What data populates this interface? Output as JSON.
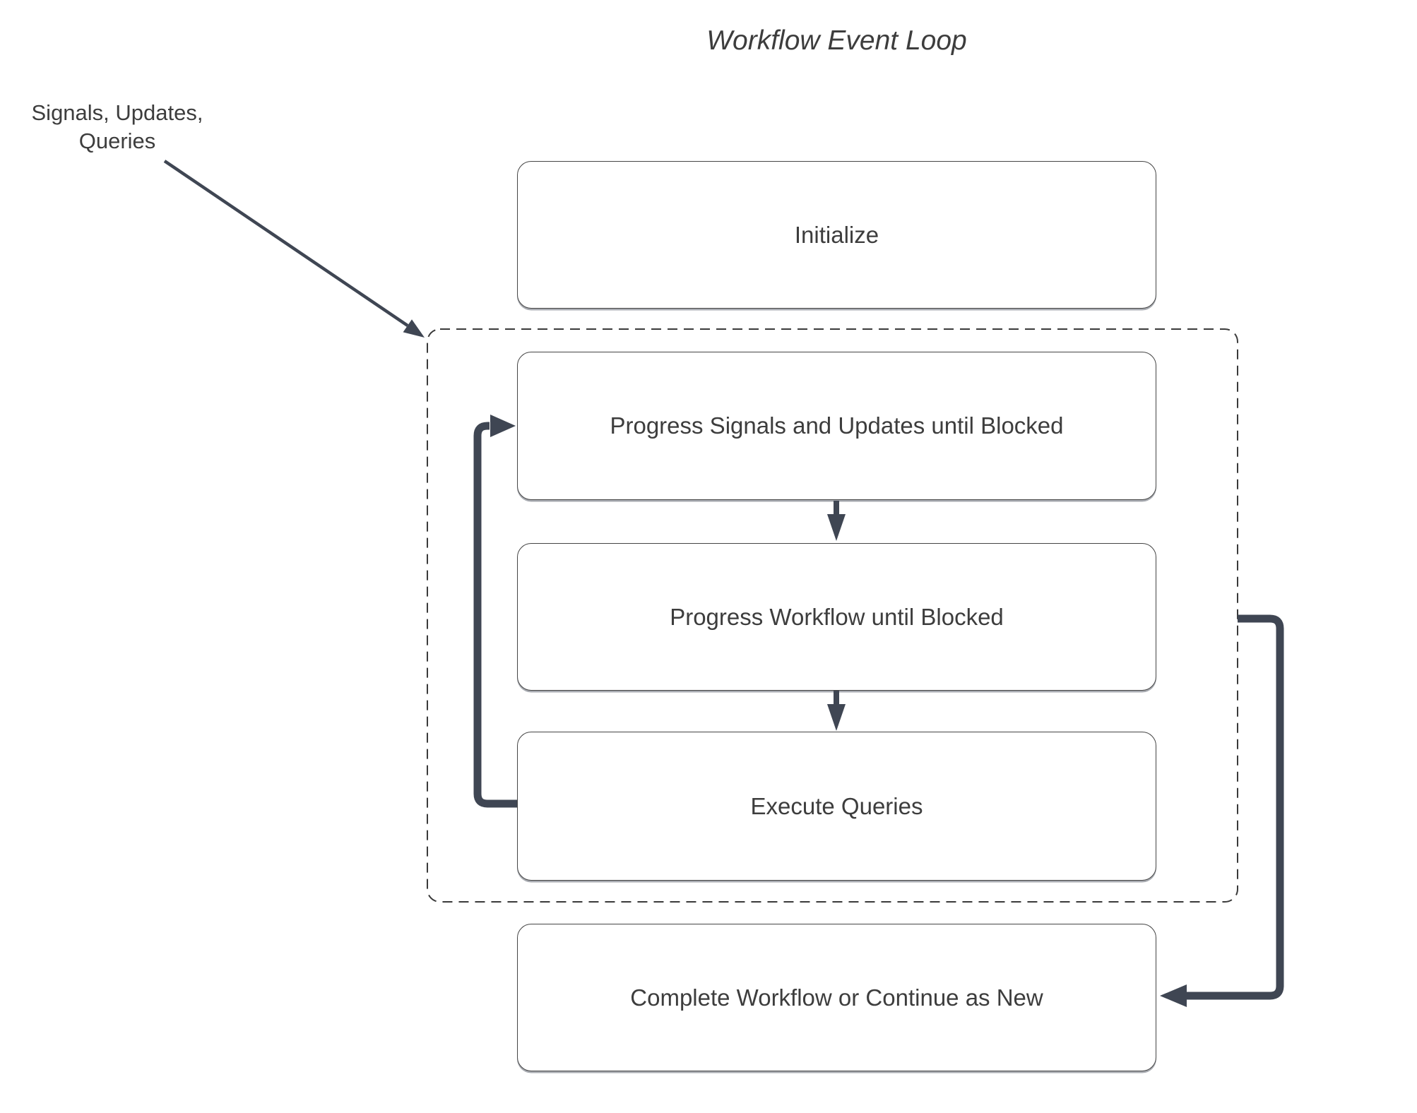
{
  "diagram": {
    "title": "Workflow Event Loop",
    "external_label": {
      "line1": "Signals, Updates,",
      "line2": "Queries"
    },
    "nodes": {
      "initialize": {
        "label": "Initialize"
      },
      "progress_signals": {
        "label": "Progress Signals and Updates until Blocked"
      },
      "progress_workflow": {
        "label": "Progress Workflow until Blocked"
      },
      "execute_queries": {
        "label": "Execute Queries"
      },
      "complete": {
        "label": "Complete Workflow or Continue as New"
      }
    },
    "colors": {
      "background": "#ffffff",
      "node_fill": "#ffffff",
      "node_border": "#454545",
      "text": "#3d3d3d",
      "arrow": "#3f4653",
      "boundary_dash": "#3a3a3a"
    }
  }
}
